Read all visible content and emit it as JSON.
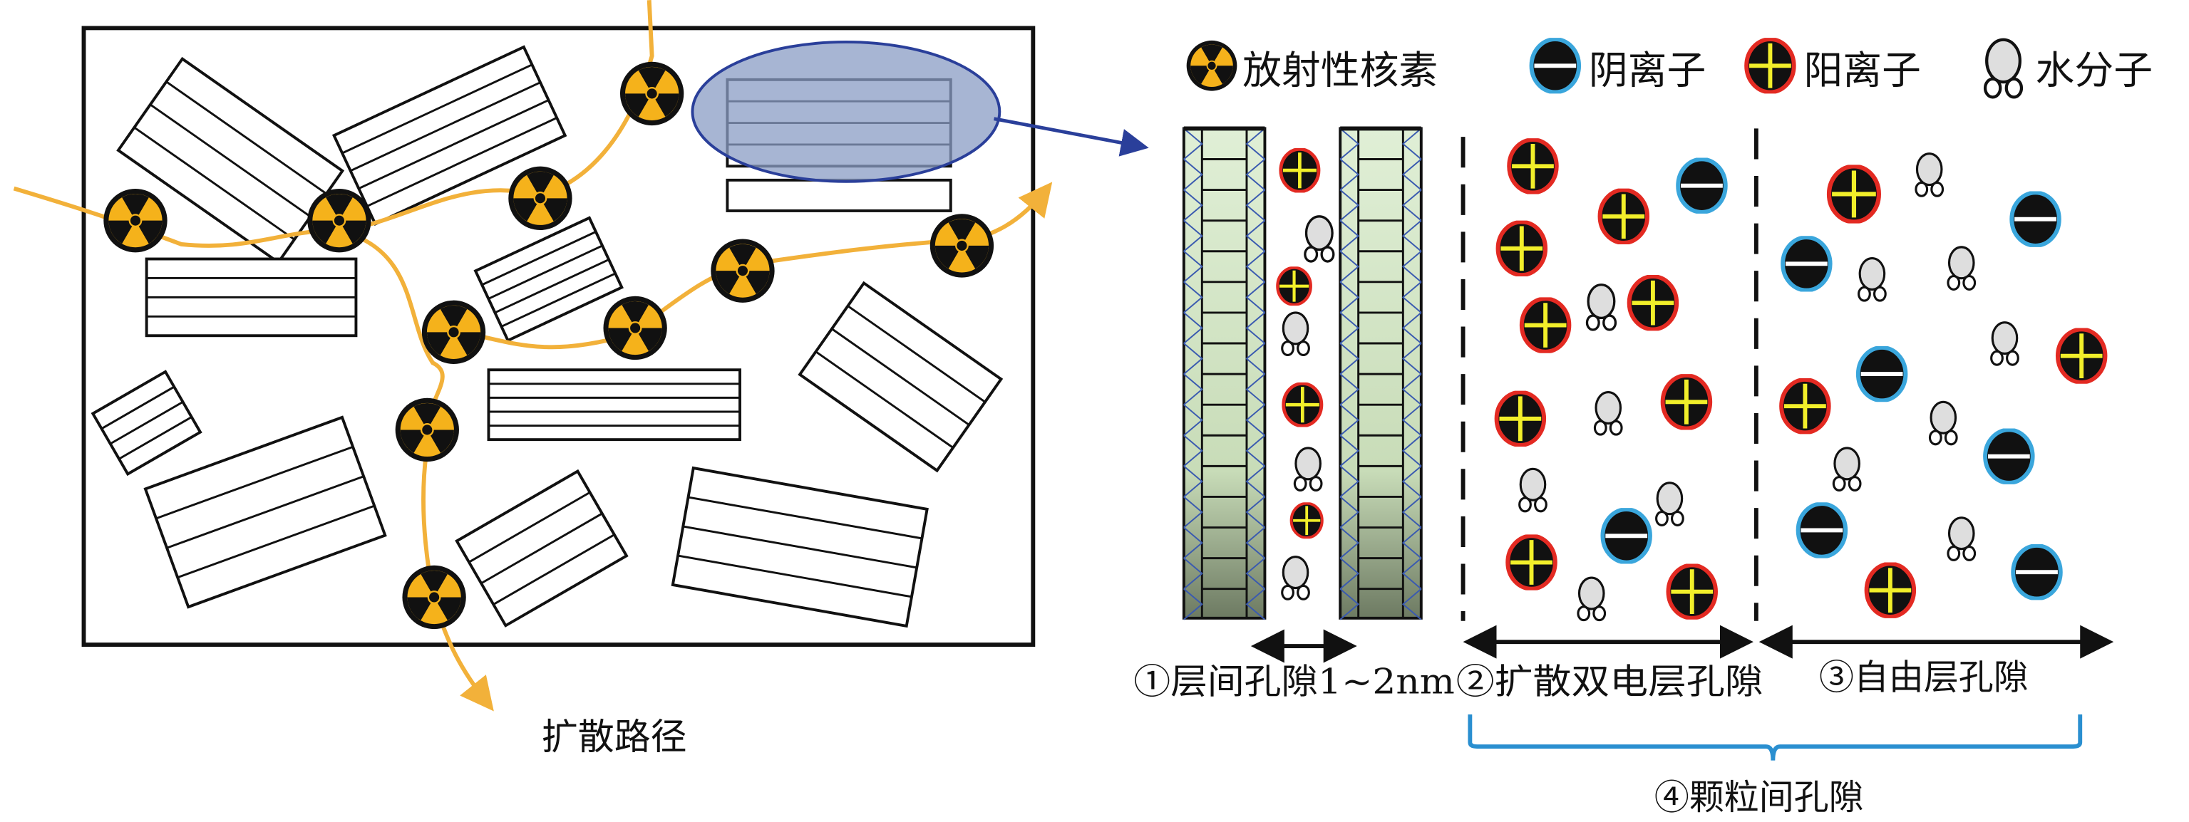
{
  "legend": {
    "nuclide": "放射性核素",
    "anion": "阴离子",
    "cation": "阳离子",
    "water": "水分子"
  },
  "left_panel": {
    "path_label": "扩散路径"
  },
  "pores": {
    "interlayer": "①层间孔隙1~2nm",
    "double_layer": "②扩散双电层孔隙",
    "free_layer": "③自由层孔隙",
    "interparticle": "④颗粒间孔隙"
  },
  "colors": {
    "nuclide_fill": "#f5b21b",
    "path": "#f2b13a",
    "cation_ring": "#e32a22",
    "cation_cross": "#f2ef2a",
    "anion_ring": "#3aa6dc",
    "water": "#dedede",
    "brace": "#2a8fd0",
    "ellipse": "#8a9cc4",
    "clay_green": "#d6e8c8"
  }
}
